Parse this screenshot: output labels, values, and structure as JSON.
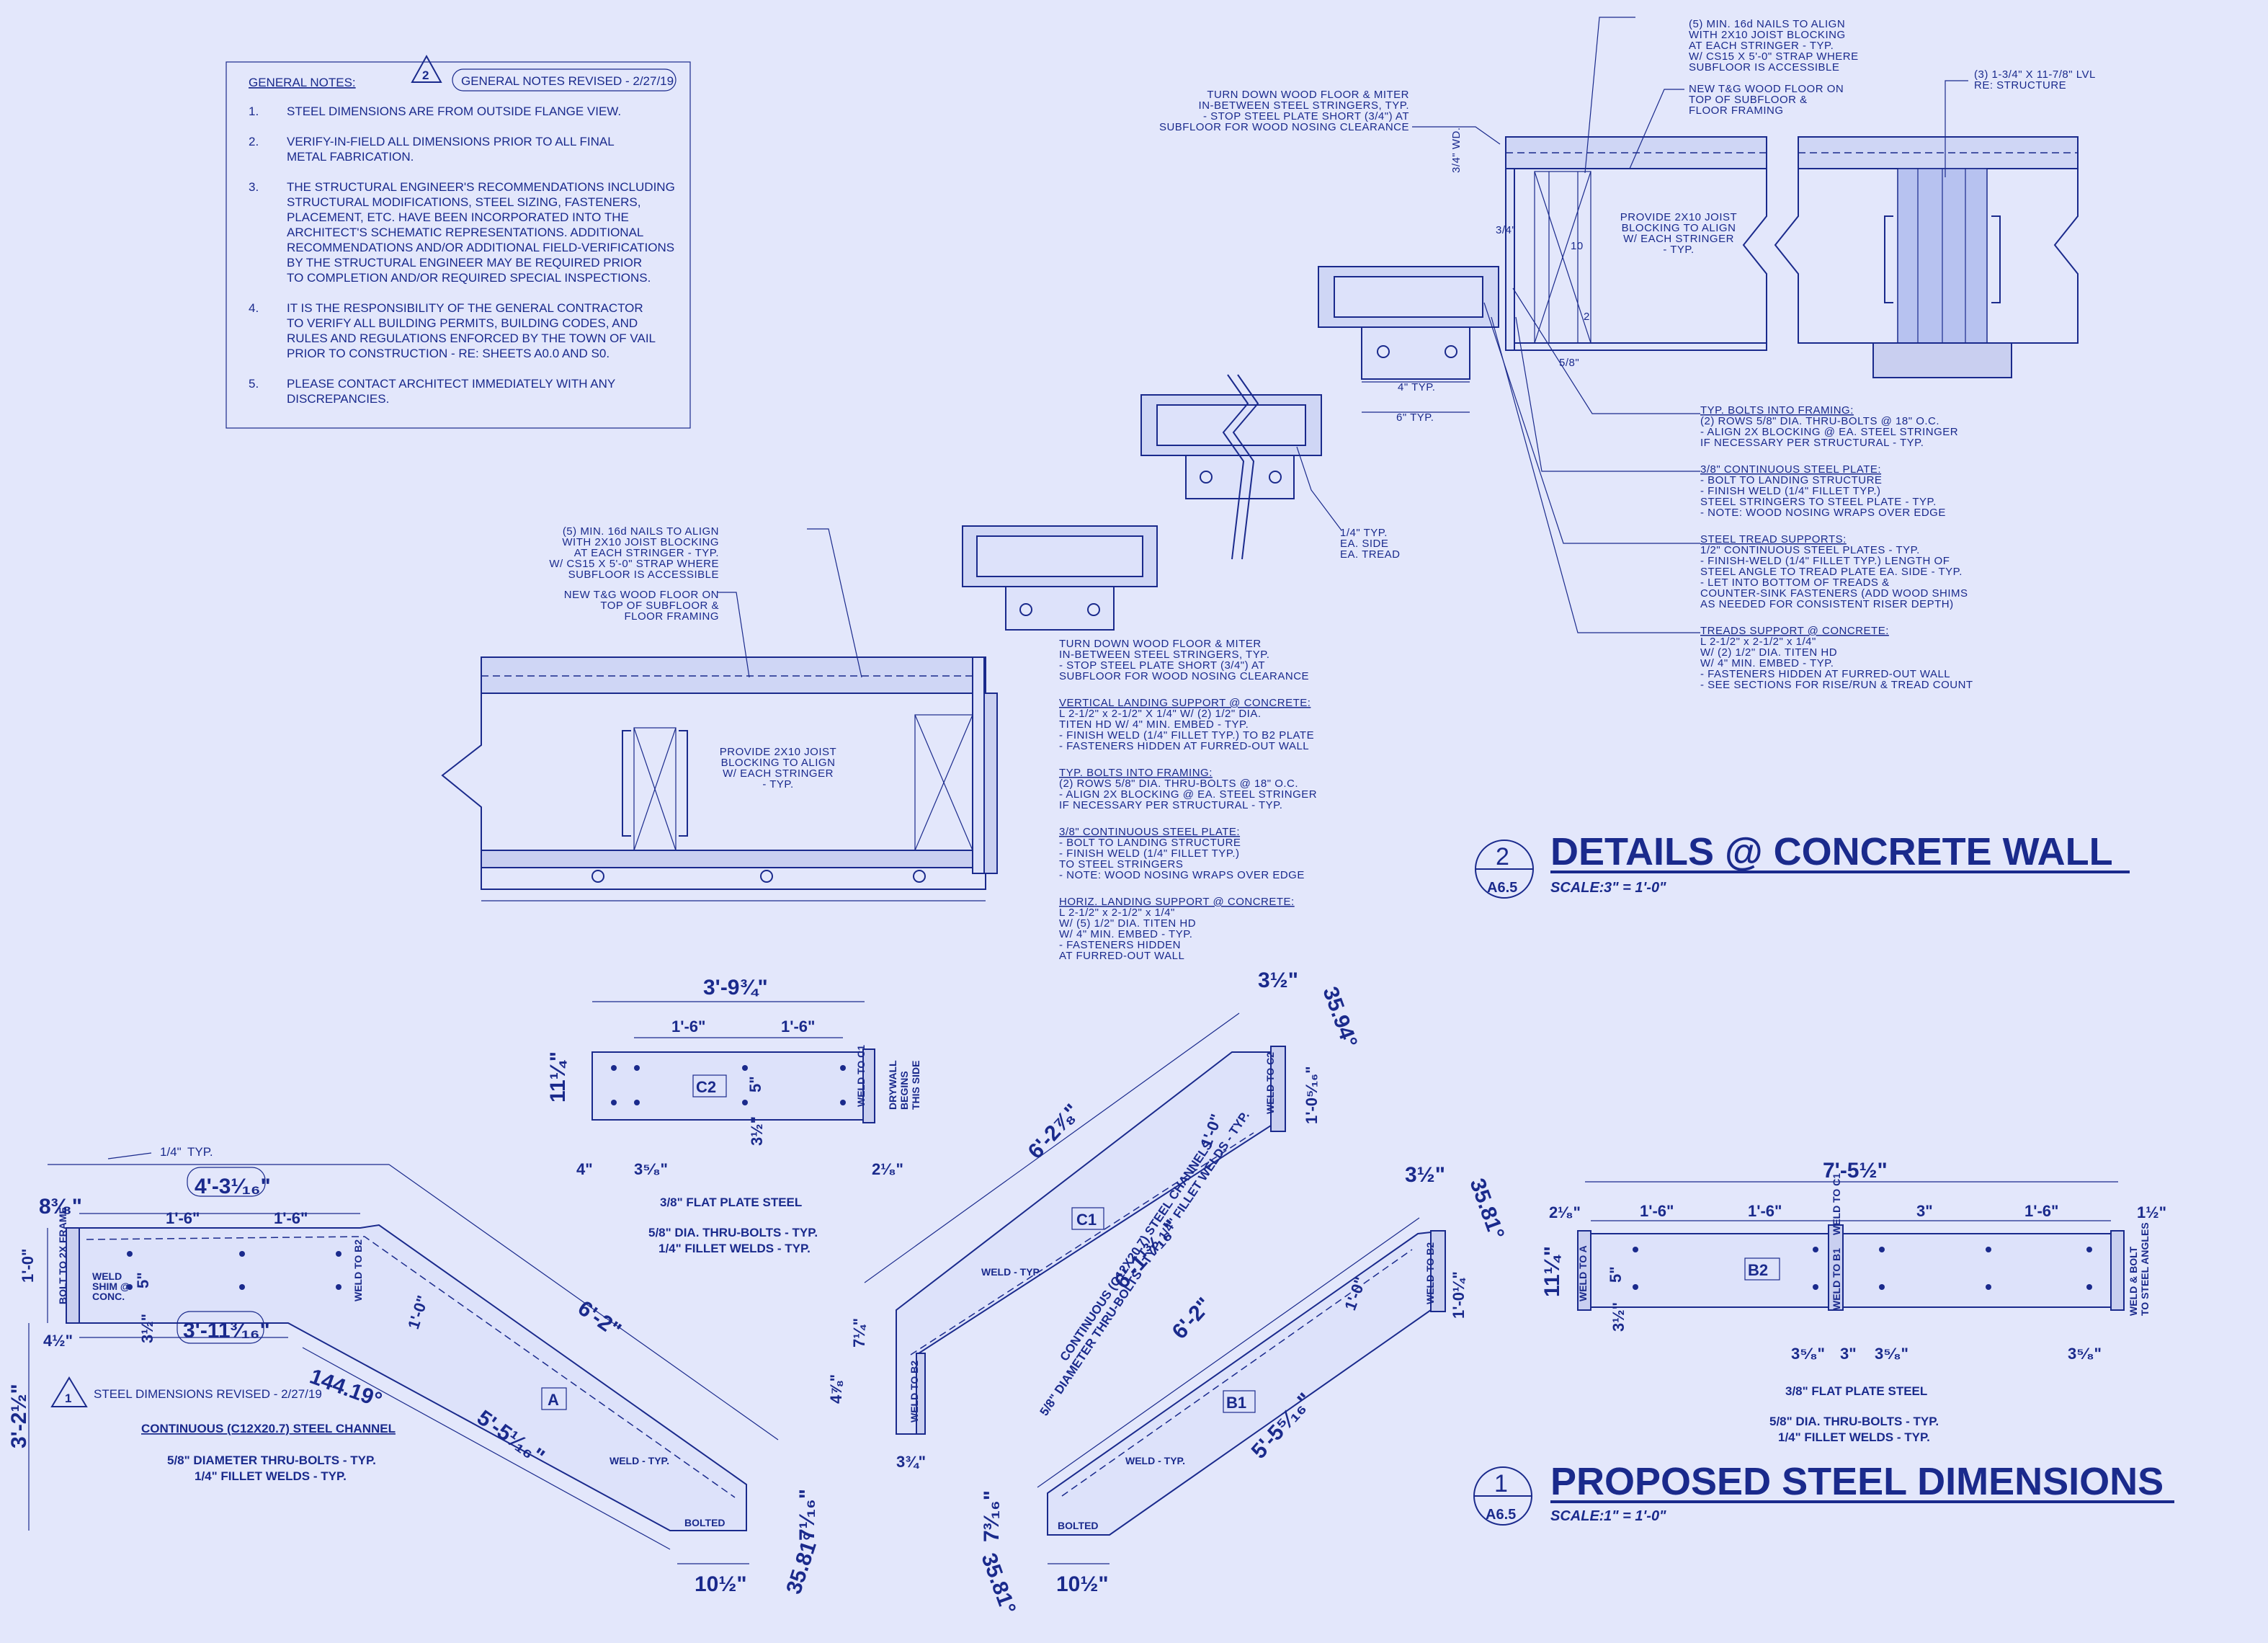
{
  "colors": {
    "background": "#e3e7fb",
    "ink": "#1a2a8c"
  },
  "general_notes": {
    "title": "GENERAL NOTES:",
    "revision_tag": "2",
    "revision_title": "GENERAL NOTES REVISED - 2/27/19",
    "items": [
      {
        "num": "1.",
        "lines": [
          "STEEL DIMENSIONS ARE FROM OUTSIDE FLANGE VIEW."
        ]
      },
      {
        "num": "2.",
        "lines": [
          "VERIFY-IN-FIELD ALL DIMENSIONS PRIOR TO ALL FINAL",
          "METAL FABRICATION."
        ]
      },
      {
        "num": "3.",
        "lines": [
          "THE STRUCTURAL ENGINEER'S RECOMMENDATIONS   INCLUDING",
          "STRUCTURAL MODIFICATIONS, STEEL SIZING, FASTENERS,",
          "PLACEMENT, ETC. HAVE BEEN INCORPORATED INTO THE",
          "ARCHITECT'S SCHEMATIC REPRESENTATIONS.  ADDITIONAL",
          "RECOMMENDATIONS AND/OR ADDITIONAL FIELD-VERIFICATIONS",
          "BY THE STRUCTURAL ENGINEER MAY BE REQUIRED PRIOR",
          "TO COMPLETION AND/OR REQUIRED SPECIAL INSPECTIONS."
        ]
      },
      {
        "num": "4.",
        "lines": [
          "IT IS THE RESPONSIBILITY OF THE GENERAL CONTRACTOR",
          "TO VERIFY ALL BUILDING PERMITS, BUILDING CODES, AND",
          "RULES AND REGULATIONS ENFORCED BY THE TOWN OF VAIL",
          "PRIOR TO CONSTRUCTION - RE: SHEETS A0.0 AND S0."
        ]
      },
      {
        "num": "5.",
        "lines": [
          "PLEASE CONTACT ARCHITECT IMMEDIATELY WITH ANY",
          "DISCREPANCIES."
        ]
      }
    ]
  },
  "detail2": {
    "number": "2",
    "sheet_ref": "A6.5",
    "title": "DETAILS @ CONCRETE WALL",
    "scale_label": "SCALE:",
    "scale_value": "3\" = 1'-0\"",
    "top_notes": {
      "nails": [
        "(5) MIN. 16d NAILS TO ALIGN",
        "WITH 2X10 JOIST BLOCKING",
        "AT EACH STRINGER - TYP.",
        "W/ CS15 X 5'-0\" STRAP WHERE",
        "SUBFLOOR IS ACCESSIBLE"
      ],
      "floor": [
        "NEW T&G WOOD FLOOR ON",
        "TOP OF SUBFLOOR &",
        "FLOOR FRAMING"
      ],
      "miter": [
        "TURN DOWN WOOD FLOOR & MITER",
        "IN-BETWEEN STEEL STRINGERS, TYP.",
        "- STOP STEEL PLATE SHORT (3/4\") AT",
        "SUBFLOOR FOR WOOD NOSING CLEARANCE"
      ],
      "lvl": [
        "(3) 1-3/4\" X 11-7/8\" LVL",
        "RE: STRUCTURE"
      ],
      "blocking": [
        "PROVIDE 2X10 JOIST",
        "BLOCKING TO ALIGN",
        "W/ EACH STRINGER",
        "- TYP."
      ],
      "typ_side": [
        "1/4\" TYP.",
        "EA. SIDE",
        "EA. TREAD"
      ],
      "dim_wd": "3/4\" WD.",
      "dim_34": "3/4\"",
      "dim_58": "5/8\"",
      "dim_10": "10",
      "dim_2": "2",
      "dim_4typ": "4\" TYP.",
      "dim_6typ": "6\" TYP."
    },
    "right_notes": [
      {
        "head": "TYP. BOLTS INTO FRAMING:",
        "lines": [
          "(2) ROWS 5/8\" DIA. THRU-BOLTS @ 18\" O.C.",
          "- ALIGN 2X BLOCKING @ EA. STEEL STRINGER",
          "IF NECESSARY PER STRUCTURAL - TYP."
        ]
      },
      {
        "head": "3/8\" CONTINUOUS STEEL PLATE:",
        "lines": [
          "- BOLT TO LANDING STRUCTURE",
          "- FINISH WELD (1/4\" FILLET TYP.)",
          "STEEL STRINGERS TO STEEL PLATE - TYP.",
          "- NOTE: WOOD NOSING WRAPS OVER EDGE"
        ]
      },
      {
        "head": "STEEL TREAD SUPPORTS:",
        "lines": [
          "1/2\" CONTINUOUS STEEL PLATES - TYP.",
          "- FINISH-WELD (1/4\" FILLET TYP.) LENGTH OF",
          "STEEL ANGLE TO TREAD PLATE EA. SIDE - TYP.",
          "- LET INTO BOTTOM OF TREADS &",
          "COUNTER-SINK FASTENERS (ADD WOOD SHIMS",
          "AS NEEDED FOR CONSISTENT RISER DEPTH)"
        ]
      },
      {
        "head": "TREADS SUPPORT @ CONCRETE:",
        "lines": [
          "L 2-1/2\" x 2-1/2\" x 1/4\"",
          "W/ (2) 1/2\" DIA. TITEN HD",
          "W/ 4\" MIN. EMBED - TYP.",
          "- FASTENERS HIDDEN AT FURRED-OUT WALL",
          "- SEE SECTIONS FOR RISE/RUN & TREAD COUNT"
        ]
      }
    ],
    "mid_notes": {
      "nails": [
        "(5) MIN. 16d NAILS TO ALIGN",
        "WITH 2X10 JOIST BLOCKING",
        "AT EACH STRINGER - TYP.",
        "W/ CS15 X 5'-0\" STRAP WHERE",
        "SUBFLOOR IS ACCESSIBLE"
      ],
      "floor": [
        "NEW T&G WOOD FLOOR ON",
        "TOP OF SUBFLOOR &",
        "FLOOR FRAMING"
      ],
      "blocking": [
        "PROVIDE 2X10 JOIST",
        "BLOCKING TO ALIGN",
        "W/ EACH STRINGER",
        "- TYP."
      ],
      "right": [
        {
          "head": "",
          "lines": [
            "TURN DOWN WOOD FLOOR & MITER",
            "IN-BETWEEN STEEL STRINGERS, TYP.",
            "- STOP STEEL PLATE SHORT (3/4\") AT",
            "SUBFLOOR FOR WOOD NOSING CLEARANCE"
          ]
        },
        {
          "head": "VERTICAL LANDING SUPPORT @ CONCRETE:",
          "lines": [
            "L 2-1/2\" x 2-1/2\" X 1/4\" W/ (2) 1/2\" DIA.",
            "TITEN HD W/ 4\" MIN. EMBED - TYP.",
            "- FINISH WELD (1/4\" FILLET TYP.) TO B2 PLATE",
            "- FASTENERS HIDDEN AT FURRED-OUT WALL"
          ]
        },
        {
          "head": "TYP. BOLTS INTO FRAMING:",
          "lines": [
            "(2) ROWS 5/8\" DIA. THRU-BOLTS @ 18\" O.C.",
            "- ALIGN 2X BLOCKING @ EA. STEEL STRINGER",
            "IF NECESSARY PER STRUCTURAL - TYP."
          ]
        },
        {
          "head": "3/8\" CONTINUOUS STEEL PLATE:",
          "lines": [
            "- BOLT TO LANDING STRUCTURE",
            "- FINISH WELD (1/4\" FILLET TYP.)",
            "TO STEEL STRINGERS",
            "- NOTE: WOOD NOSING WRAPS OVER EDGE"
          ]
        },
        {
          "head": "HORIZ. LANDING SUPPORT @ CONCRETE:",
          "lines": [
            "L 2-1/2\" x 2-1/2\" x 1/4\"",
            "W/ (5) 1/2\" DIA. TITEN HD",
            "W/ 4\" MIN. EMBED - TYP.",
            "- FASTENERS HIDDEN",
            "AT FURRED-OUT WALL"
          ]
        }
      ]
    }
  },
  "detail1": {
    "number": "1",
    "sheet_ref": "A6.5",
    "title": "PROPOSED STEEL DIMENSIONS",
    "scale_label": "SCALE:",
    "scale_value": "1\" = 1'-0\"",
    "rev_tag": "1",
    "rev_note": "STEEL DIMENSIONS REVISED - 2/27/19",
    "a": {
      "tag": "A",
      "channel": "CONTINUOUS (C12X20.7) STEEL CHANNEL",
      "bolts": "5/8\" DIAMETER THRU-BOLTS - TYP.",
      "welds": "1/4\" FILLET WELDS - TYP.",
      "d_4_3": "4'-3¹⁄₁₆\"",
      "d_3_11": "3'-11³⁄₁₆\"",
      "d_8": "8³⁄₈\"",
      "d_4h": "4½\"",
      "d_1_6a": "1'-6\"",
      "d_1_6b": "1'-6\"",
      "d_1_0": "1'-0\"",
      "d_5": "5\"",
      "d_3h": "3½\"",
      "d_1_0b": "1'-0\"",
      "d_6_2": "6'-2\"",
      "d_5_5": "5'-5¹⁄₁₆\"",
      "d_3_2": "3'-2½\"",
      "d_10h": "10½\"",
      "d_7": "7¹⁄₁₆\"",
      "ang1": "144.19°",
      "ang2": "35.81°",
      "typ": "TYP.",
      "qtr_typ": "1/4\"",
      "bolt_to": "BOLT TO 2X FRAME",
      "weld_shim": [
        "WELD",
        "SHIM @",
        "CONC."
      ],
      "weld_b2": "WELD TO B2",
      "weld_typ": "WELD - TYP.",
      "bolted": "BOLTED"
    },
    "c2": {
      "tag": "C2",
      "overall": "3'-9¾\"",
      "d1": "1'-6\"",
      "d2": "1'-6\"",
      "h": "11¼\"",
      "d5": "5\"",
      "d3h": "3½\"",
      "d4": "4\"",
      "d358": "3⁵⁄₈\"",
      "d218": "2¹⁄₈\"",
      "weld": "WELD TO C1",
      "drywall": [
        "DRYWALL",
        "BEGINS",
        "THIS SIDE"
      ],
      "plate": "3/8\" FLAT PLATE STEEL",
      "bolts": "5/8\" DIA. THRU-BOLTS - TYP.",
      "welds": "1/4\" FILLET WELDS - TYP."
    },
    "c1": {
      "tag": "C1",
      "d6_2a": "6'-2⅞\"",
      "d6_1": "6'-1¹³⁄₁₆\"",
      "d1_0": "1'-0\"",
      "d3h": "3½\"",
      "ang": "35.94°",
      "d1_05": "1'-0⁵⁄₁₆\"",
      "weld_c2": "WELD TO C2",
      "weld_typ": "WELD - TYP.",
      "d47": "4⅞\"",
      "d71": "7¼\"",
      "d34": "3¾\"",
      "weld_b2": "WELD TO B2",
      "note1": "CONTINUOUS (C12X20.7) STEEL CHANNELS",
      "note2": "5/8\" DIAMETER THRU-BOLTS - TYP, 1/4\" FILLET WELDS - TYP."
    },
    "b1": {
      "tag": "B1",
      "d3h": "3½\"",
      "ang": "35.81°",
      "d1_04": "1'-0¼\"",
      "weld_b2": "WELD TO B2",
      "d1_0": "1'-0\"",
      "d6_2": "6'-2\"",
      "d5_5": "5'-5⁵⁄₁₆\"",
      "weld_typ": "WELD - TYP.",
      "bolted": "BOLTED",
      "d7": "7³⁄₁₆\"",
      "ang2": "35.81°",
      "d10h": "10½\""
    },
    "b2": {
      "tag": "B2",
      "overall": "7'-5½\"",
      "d218": "2¹⁄₈\"",
      "d112": "1½\"",
      "d1": "1'-6\"",
      "d2": "1'-6\"",
      "d3": "3\"",
      "d4": "1'-6\"",
      "h": "11¼\"",
      "d5": "5\"",
      "d3h": "3½\"",
      "d358a": "3⁵⁄₈\"",
      "d358b": "3⁵⁄₈\"",
      "d358c": "3⁵⁄₈\"",
      "weld_a": "WELD TO A",
      "weld_c1": "WELD TO C1",
      "weld_b1": "WELD TO B1",
      "weld_bolt": [
        "WELD & BOLT",
        "TO STEEL ANGLES"
      ],
      "plate": "3/8\" FLAT PLATE STEEL",
      "bolts": "5/8\" DIA. THRU-BOLTS - TYP.",
      "welds": "1/4\" FILLET WELDS - TYP."
    }
  }
}
